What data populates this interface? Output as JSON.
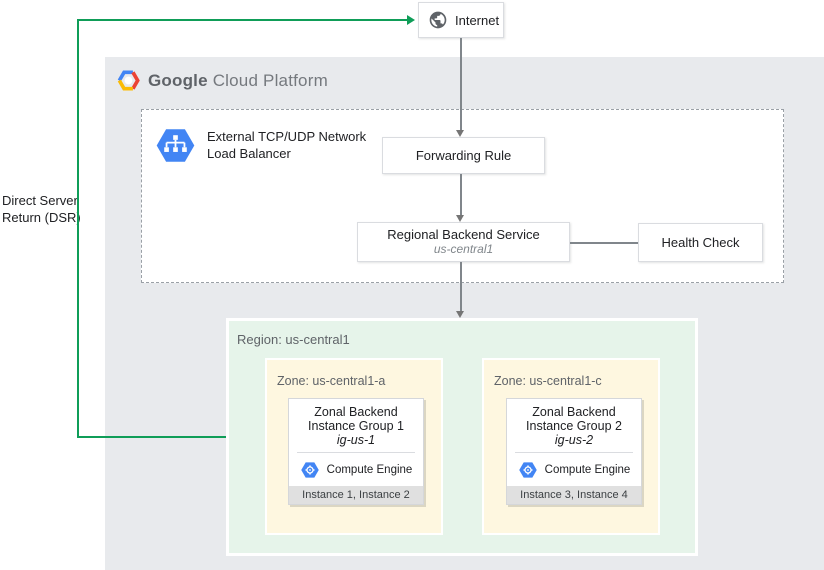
{
  "colors": {
    "gcp_bg": "#e8eaed",
    "region_bg": "#e6f4ea",
    "zone_bg": "#fef7e0",
    "footer_bg": "#e0e0e0",
    "green_line": "#0f9d58",
    "arrow_gray": "#757575",
    "hexagon_blue": "#4285f4",
    "logo_red": "#ea4335",
    "logo_yellow": "#fbbc05"
  },
  "dsr": {
    "line1": "Direct Server",
    "line2": "Return (DSR)"
  },
  "internet": {
    "label": "Internet",
    "icon": "globe-icon"
  },
  "gcp": {
    "brand_google": "Google",
    "brand_rest": "Cloud Platform",
    "icon": "gcp-hexagon-logo"
  },
  "load_balancer": {
    "icon": "load-balancer-hexagon-icon",
    "title_line1": "External TCP/UDP Network",
    "title_line2": "Load Balancer"
  },
  "nodes": {
    "forwarding_rule": {
      "label": "Forwarding Rule"
    },
    "backend_service": {
      "label": "Regional Backend Service",
      "sublabel": "us-central1"
    },
    "health_check": {
      "label": "Health Check"
    }
  },
  "region": {
    "label": "Region: us-central1",
    "zones": [
      {
        "label": "Zone: us-central1-a",
        "group": {
          "line1": "Zonal Backend",
          "line2": "Instance Group 1",
          "name": "ig-us-1",
          "product": "Compute Engine",
          "product_icon": "compute-engine-hexagon-gear-icon",
          "instances": "Instance 1, Instance 2"
        }
      },
      {
        "label": "Zone: us-central1-c",
        "group": {
          "line1": "Zonal Backend",
          "line2": "Instance Group 2",
          "name": "ig-us-2",
          "product": "Compute Engine",
          "product_icon": "compute-engine-hexagon-gear-icon",
          "instances": "Instance 3, Instance 4"
        }
      }
    ]
  }
}
